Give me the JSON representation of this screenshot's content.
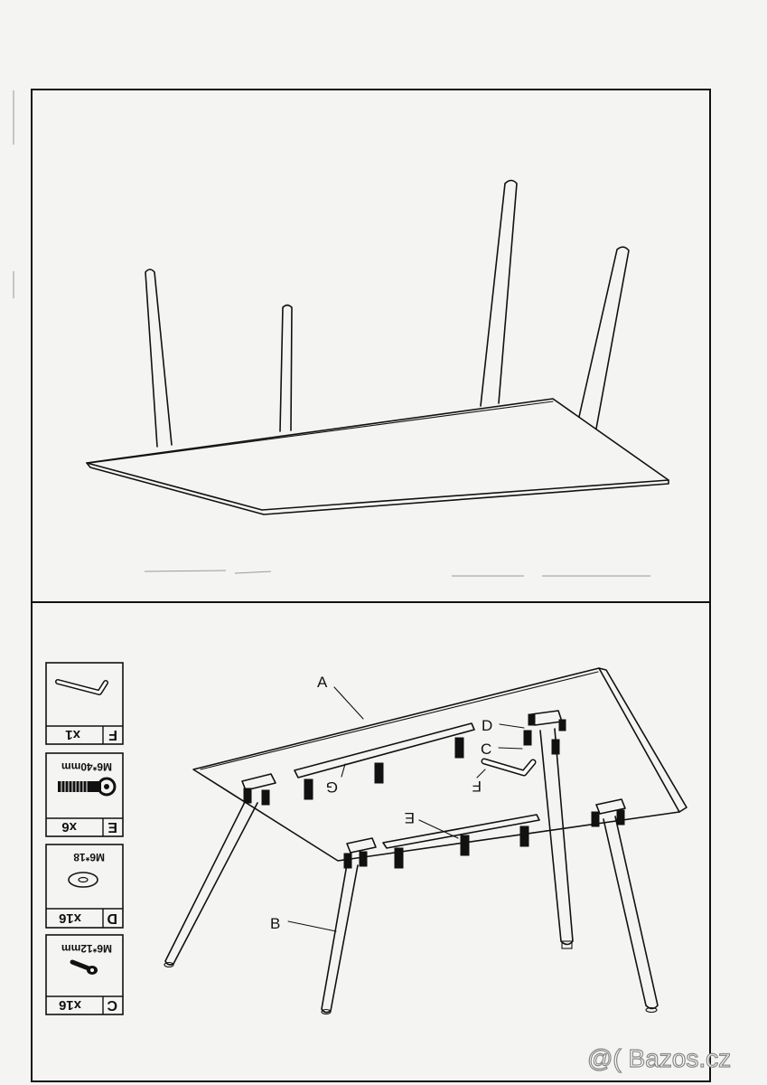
{
  "labels": {
    "a": "A",
    "b": "B",
    "c": "C",
    "d": "D",
    "e": "E",
    "f": "F",
    "g": "G"
  },
  "parts": [
    {
      "letter": "C",
      "qty": "x16",
      "size": "M6*12mm"
    },
    {
      "letter": "D",
      "qty": "x16",
      "size": "M6*18"
    },
    {
      "letter": "E",
      "qty": "x6",
      "size": "M6*40mm"
    },
    {
      "letter": "F",
      "qty": "x1",
      "size": ""
    }
  ],
  "watermark": "@( Bazos.cz"
}
